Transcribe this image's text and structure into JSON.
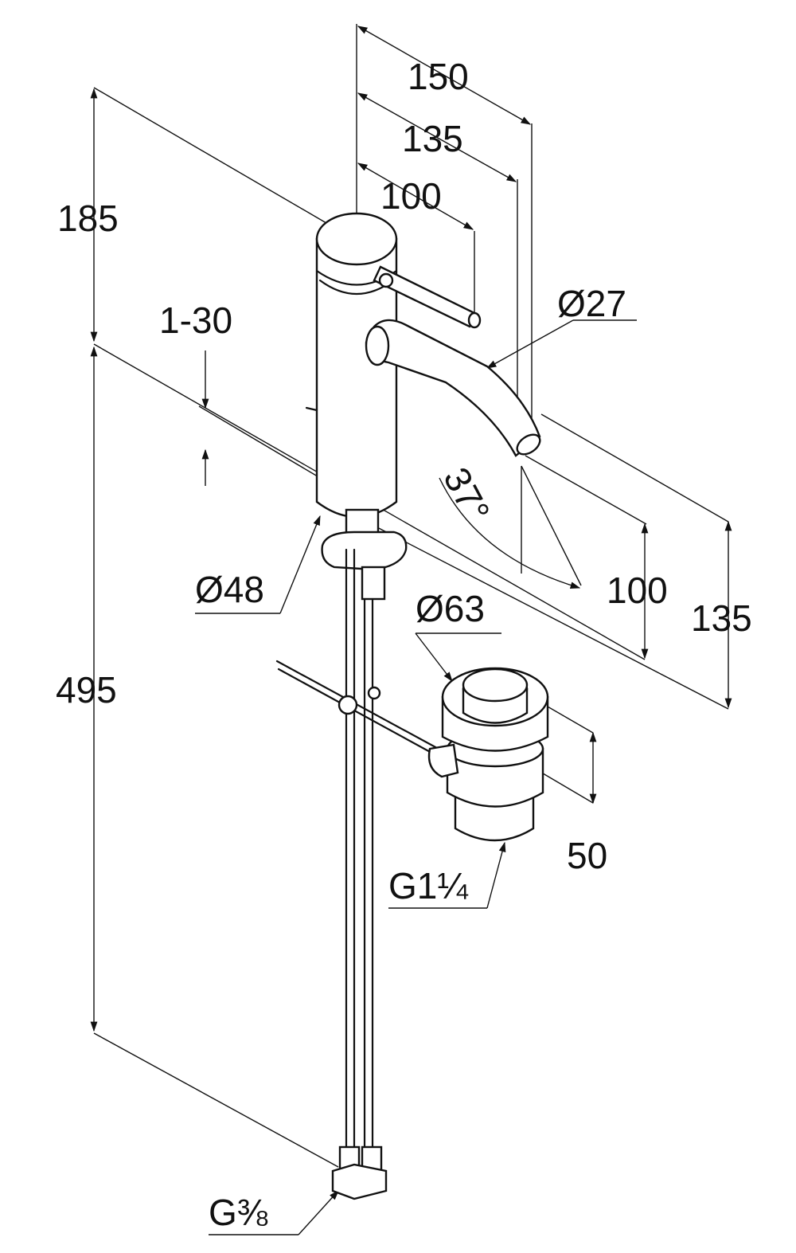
{
  "dimensions": {
    "width_total": "150",
    "spout_reach": "135",
    "lever_reach": "100",
    "spout_diameter": "Ø27",
    "upper_height": "185",
    "deck_thickness": "1-30",
    "spout_angle": "37°",
    "outlet_height": "100",
    "height_right": "135",
    "base_diameter": "Ø48",
    "waste_diameter": "Ø63",
    "total_length": "495",
    "waste_height": "50",
    "waste_thread": "G1¼",
    "hose_thread": "G⅜"
  }
}
